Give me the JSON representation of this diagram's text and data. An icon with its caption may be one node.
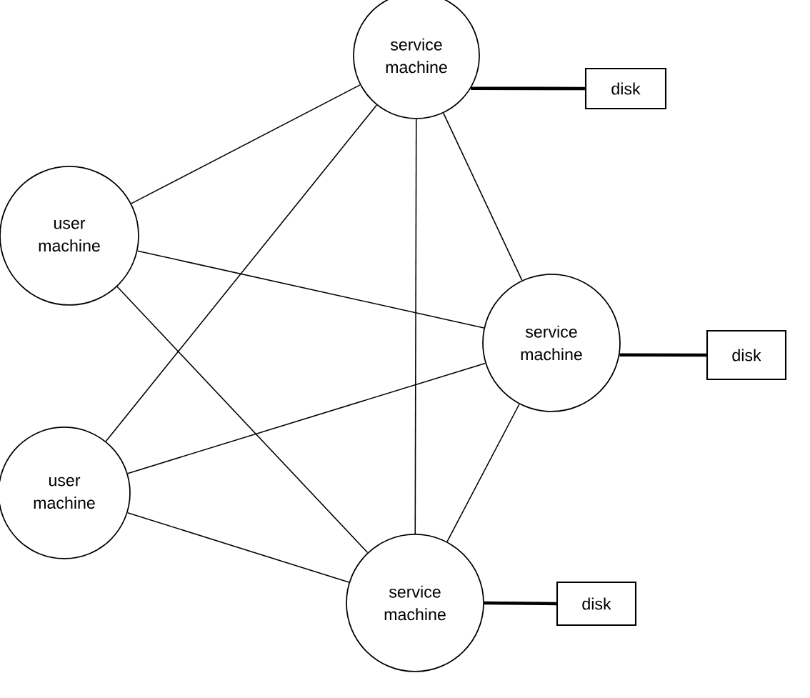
{
  "diagram": {
    "nodes": [
      {
        "text": [
          "service machine"
        ]
      },
      {
        "text": [
          "disk"
        ]
      },
      {
        "text": [
          "user machine"
        ]
      },
      {
        "text": [
          "service machine"
        ]
      },
      {
        "text": [
          "disk"
        ]
      },
      {
        "text": [
          "user machine"
        ]
      },
      {
        "text": [
          "service machine"
        ]
      },
      {
        "text": [
          "disk"
        ]
      }
    ],
    "edges": [
      {
        "from": 0,
        "to": 1,
        "arrow": "none",
        "style": "thick"
      },
      {
        "from": 2,
        "to": 0,
        "arrow": "none"
      },
      {
        "from": 0,
        "to": 3,
        "arrow": "none"
      },
      {
        "from": 2,
        "to": 3,
        "arrow": "none"
      },
      {
        "from": 3,
        "to": 4,
        "arrow": "none",
        "style": "thick"
      },
      {
        "from": 5,
        "to": 0,
        "arrow": "none"
      },
      {
        "from": 2,
        "to": 6,
        "arrow": "none"
      },
      {
        "from": 0,
        "to": 6,
        "arrow": "none"
      },
      {
        "from": 5,
        "to": 3,
        "arrow": "none"
      },
      {
        "from": 3,
        "to": 6,
        "arrow": "none"
      },
      {
        "from": 5,
        "to": 6,
        "arrow": "none"
      },
      {
        "from": 6,
        "to": 7,
        "arrow": "none",
        "style": "thick"
      }
    ]
  }
}
